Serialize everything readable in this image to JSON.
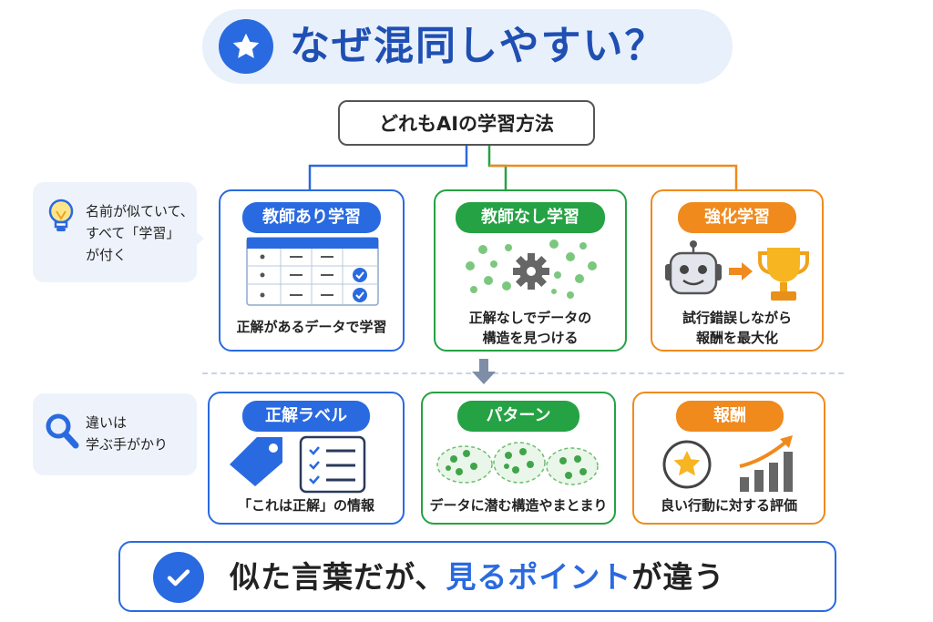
{
  "title": "なぜ混同しやすい？",
  "root": "どれもAIの学習方法",
  "notes": [
    {
      "text": "名前が似ていて、\nすべて「学習」\nが付く"
    },
    {
      "text": "違いは\n学ぶ手がかり"
    }
  ],
  "methods": [
    {
      "label": "教師あり学習",
      "caption": "正解があるデータで学習",
      "color": "#2a6ae0"
    },
    {
      "label": "教師なし学習",
      "caption": "正解なしでデータの\n構造を見つける",
      "color": "#25a244"
    },
    {
      "label": "強化学習",
      "caption": "試行錯誤しながら\n報酬を最大化",
      "color": "#f08a1c"
    }
  ],
  "clues": [
    {
      "label": "正解ラベル",
      "caption": "「これは正解」の情報"
    },
    {
      "label": "パターン",
      "caption": "データに潜む構造やまとまり"
    },
    {
      "label": "報酬",
      "caption": "良い行動に対する評価"
    }
  ],
  "conclusion": {
    "pre": "似た言葉だが、",
    "highlight": "見るポイント",
    "post": "が違う"
  },
  "icons": [
    "star-icon",
    "lightbulb-icon",
    "table-icon",
    "gear-icon",
    "robot-icon",
    "trophy-icon",
    "search-icon",
    "tag-icon",
    "checklist-icon",
    "clusters-icon",
    "medal-icon",
    "growth-chart-icon",
    "check-icon",
    "arrow-down-icon"
  ]
}
